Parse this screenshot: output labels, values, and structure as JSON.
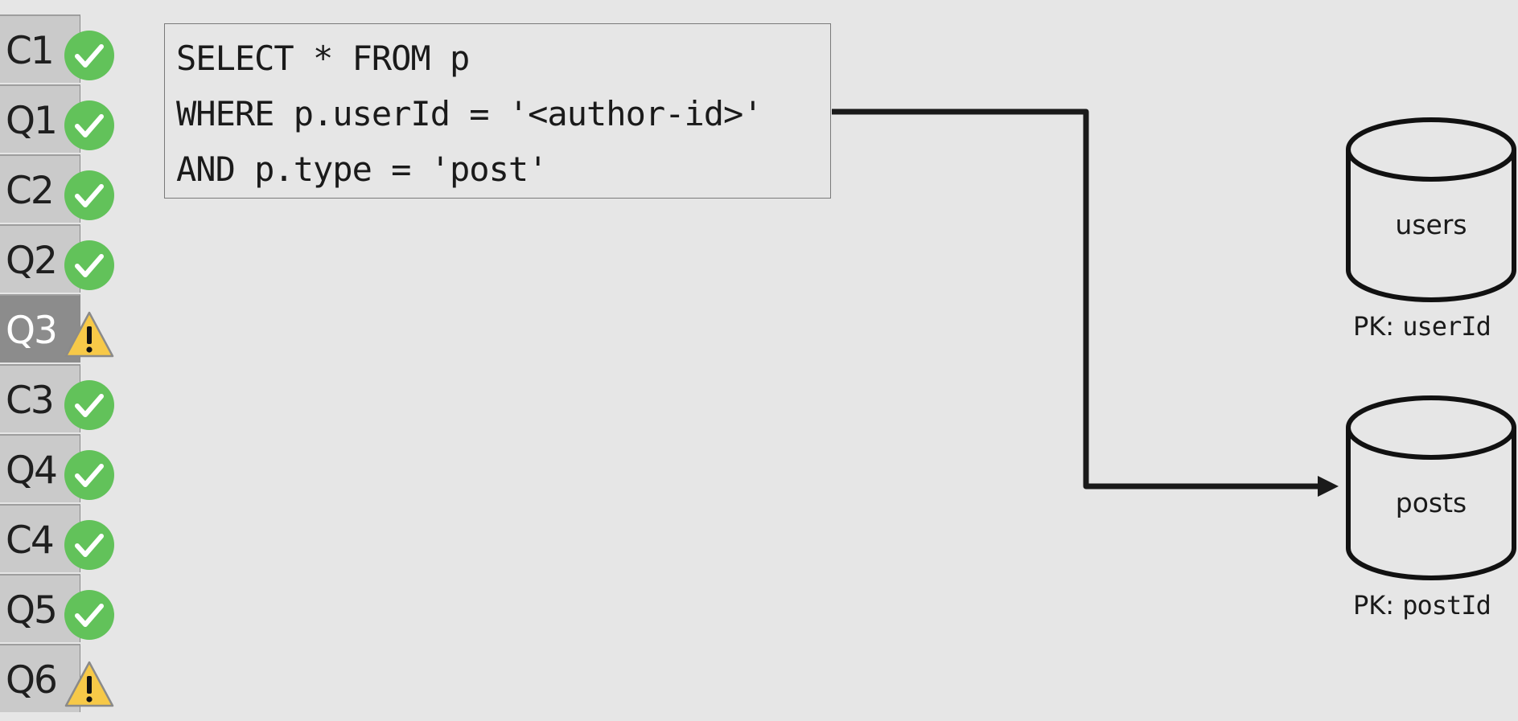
{
  "steps": [
    {
      "label": "C1",
      "status": "ok"
    },
    {
      "label": "Q1",
      "status": "ok"
    },
    {
      "label": "C2",
      "status": "ok"
    },
    {
      "label": "Q2",
      "status": "ok"
    },
    {
      "label": "Q3",
      "status": "warning",
      "active": true
    },
    {
      "label": "C3",
      "status": "ok"
    },
    {
      "label": "Q4",
      "status": "ok"
    },
    {
      "label": "C4",
      "status": "ok"
    },
    {
      "label": "Q5",
      "status": "ok"
    },
    {
      "label": "Q6",
      "status": "warning"
    }
  ],
  "icons": {
    "ok": "check-circle-icon",
    "warning": "warning-triangle-icon"
  },
  "colors": {
    "ok": "#62c25a",
    "warning": "#f7c948",
    "active_step": "#8c8c8c",
    "step": "#cacaca",
    "background": "#e6e6e6"
  },
  "query": {
    "lines": [
      "SELECT * FROM p",
      "WHERE p.userId = '<author-id>'",
      "AND p.type = 'post'"
    ]
  },
  "containers": [
    {
      "name": "users",
      "pk_label": "PK:",
      "pk_value": "userId"
    },
    {
      "name": "posts",
      "pk_label": "PK:",
      "pk_value": "postId"
    }
  ],
  "connection": {
    "from": "query",
    "to": "posts"
  }
}
